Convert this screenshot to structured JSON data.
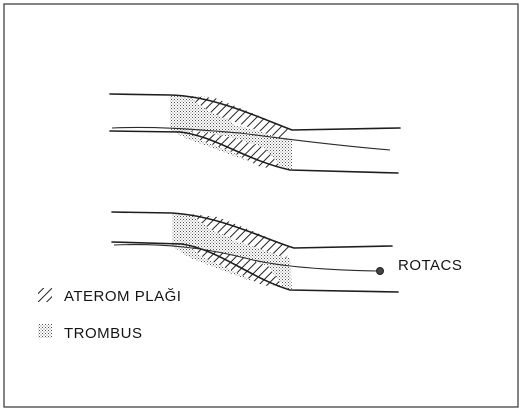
{
  "device_label": "ROTACS",
  "legend": {
    "plaque_label": "ATEROM PLAĞI",
    "thrombus_label": "TROMBUS"
  }
}
